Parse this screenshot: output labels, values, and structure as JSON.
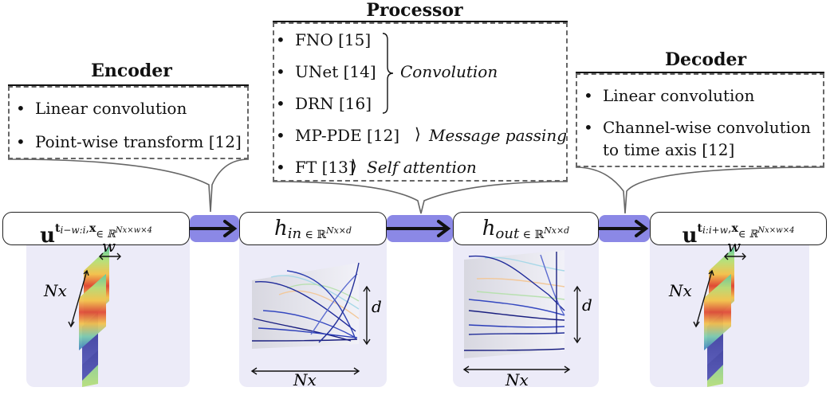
{
  "encoder": {
    "title": "Encoder",
    "items": [
      "Linear convolution",
      "Point-wise transform [12]"
    ]
  },
  "processor": {
    "title": "Processor",
    "items": [
      "FNO [15]",
      "UNet [14]",
      "DRN [16]",
      "MP-PDE [12]",
      "FT [13]"
    ],
    "groups": [
      "Convolution",
      "Message passing",
      "Self attention"
    ]
  },
  "decoder": {
    "title": "Decoder",
    "items": [
      "Linear convolution",
      "Channel-wise convolution",
      "to time axis [12]"
    ]
  },
  "bullet": "•",
  "pipeline": {
    "input_sup": "t",
    "input_sub": "i−w:i",
    "output_sub": "i:i+w",
    "x": "x",
    "space_u": "∈ ℝ",
    "dims_u": "Nx×w×4",
    "h_in": "h",
    "h_in_sub": "in",
    "h_out_sub": "out",
    "dims_h": "Nx×d"
  },
  "axis_labels": {
    "w": "w",
    "Nx": "Nx",
    "d": "d"
  },
  "colors": {
    "connector": "#8b88e6",
    "panel": "#ecebf8"
  }
}
